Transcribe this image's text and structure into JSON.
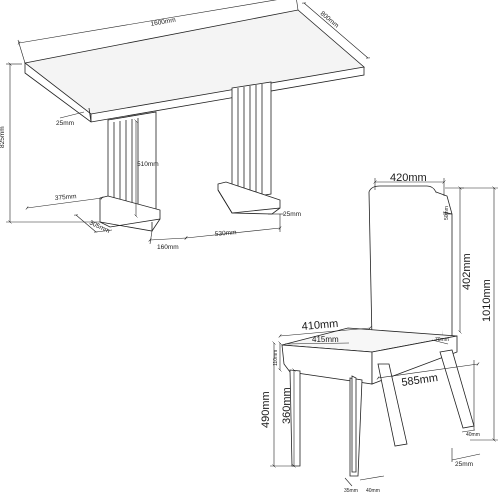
{
  "table": {
    "length": "1600mm",
    "width": "800mm",
    "height": "825mm",
    "top_overhang": "25mm",
    "base_height": "510mm",
    "leg_offset": "375mm",
    "base_depth": "305mm",
    "foot_width": "160mm",
    "base_gap": "530mm",
    "foot_height": "25mm"
  },
  "chair": {
    "back_width": "420mm",
    "back_thickness": "50mm",
    "back_height": "402mm",
    "total_height": "1010mm",
    "seat_width": "410mm",
    "seat_depth": "415mm",
    "seat_thickness": "110mm",
    "seat_back_offset": "70mm",
    "seat_height": "490mm",
    "leg_height": "360mm",
    "chair_depth": "585mm",
    "leg_size_a": "40mm",
    "leg_size_b": "25mm",
    "front_leg_a": "35mm",
    "front_leg_b": "40mm"
  }
}
